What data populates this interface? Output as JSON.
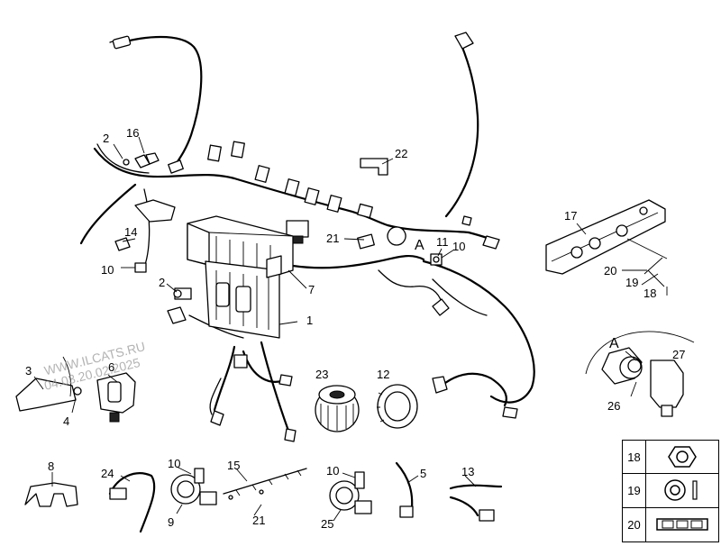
{
  "callouts": {
    "c1": "1",
    "c2a": "2",
    "c2b": "2",
    "c3": "3",
    "c4": "4",
    "c5": "5",
    "c6": "6",
    "c7": "7",
    "c8": "8",
    "c9": "9",
    "c10a": "10",
    "c10b": "10",
    "c10c": "10",
    "c10d": "10",
    "c11": "11",
    "c12": "12",
    "c13": "13",
    "c14": "14",
    "c15": "15",
    "c16": "16",
    "c17": "17",
    "c18": "18",
    "c19": "19",
    "c20": "20",
    "c21a": "21",
    "c21b": "21",
    "c22": "22",
    "c23": "23",
    "c24": "24",
    "c25": "25",
    "c26": "26",
    "c27": "27",
    "detailA": "A",
    "detailA2": "A"
  },
  "watermark": {
    "line1": "WWW.ILCATS.RU",
    "line2": "04.03.20.02.2025"
  },
  "legend": {
    "rows": [
      {
        "number": "18",
        "icon": "hex-nut-icon"
      },
      {
        "number": "19",
        "icon": "washer-and-pin-icon"
      },
      {
        "number": "20",
        "icon": "fuse-strip-icon"
      }
    ]
  }
}
